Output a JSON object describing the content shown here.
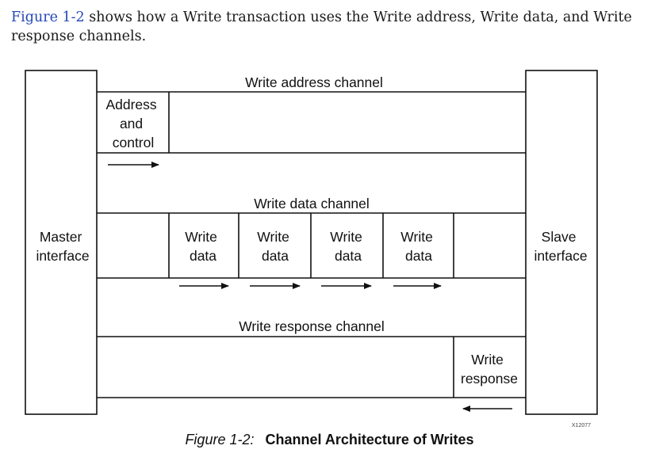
{
  "intro": {
    "figure_ref": "Figure 1-2",
    "text_line1_rest": " shows how a Write transaction uses the Write address, Write data, and Write",
    "text_line2": "response channels."
  },
  "diagram": {
    "master": [
      "Master",
      "interface"
    ],
    "slave": [
      "Slave",
      "interface"
    ],
    "write_address_channel": {
      "title": "Write address channel",
      "packet": [
        "Address",
        "and",
        "control"
      ]
    },
    "write_data_channel": {
      "title": "Write data channel",
      "packets": [
        [
          "Write",
          "data"
        ],
        [
          "Write",
          "data"
        ],
        [
          "Write",
          "data"
        ],
        [
          "Write",
          "data"
        ]
      ]
    },
    "write_response_channel": {
      "title": "Write response channel",
      "packet": [
        "Write",
        "response"
      ]
    },
    "figure_id": "X12077",
    "arrow_direction_address": "master-to-slave",
    "arrow_direction_data": "master-to-slave",
    "arrow_direction_response": "slave-to-master"
  },
  "caption": {
    "label": "Figure 1-2:",
    "title": "Channel Architecture of Writes"
  }
}
